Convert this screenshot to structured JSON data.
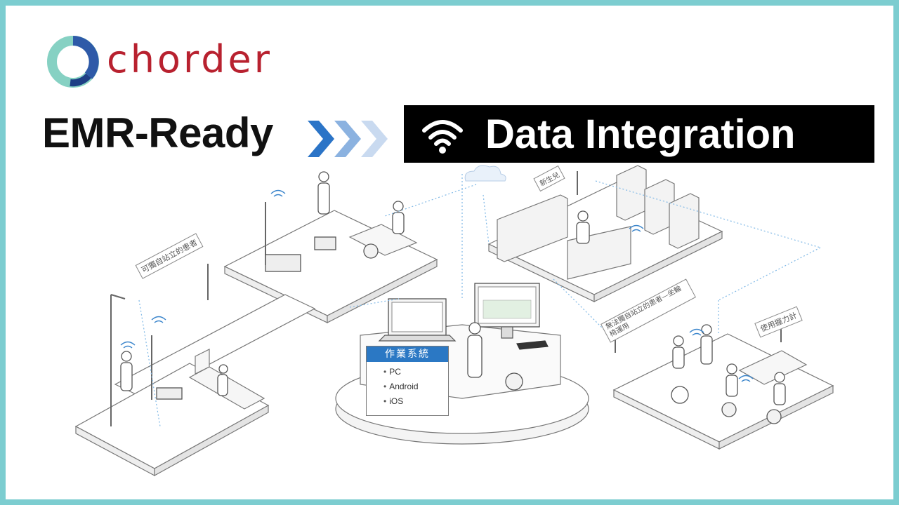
{
  "logo": {
    "brand": "chorder",
    "ring_colors": [
      "#86d1c3",
      "#2e5aa8",
      "#1e3f86"
    ],
    "brand_color": "#b8212f"
  },
  "headline": {
    "text": "EMR-Ready",
    "chevron_colors": [
      "#2b74c7",
      "#8bb2e0",
      "#c9daf0"
    ]
  },
  "banner": {
    "text": "Data Integration",
    "icon": "wifi-icon"
  },
  "scene": {
    "os_box": {
      "title": "作業系統",
      "items": [
        "PC",
        "Android",
        "iOS"
      ]
    },
    "labels": {
      "independent": "可獨自站立的患者",
      "dependent": "無法獨自站立的患者—坐輪椅運用",
      "grip": "使用握力計",
      "newborn": "新生兒"
    }
  },
  "frame": {
    "border_color": "#7ccdd0"
  }
}
